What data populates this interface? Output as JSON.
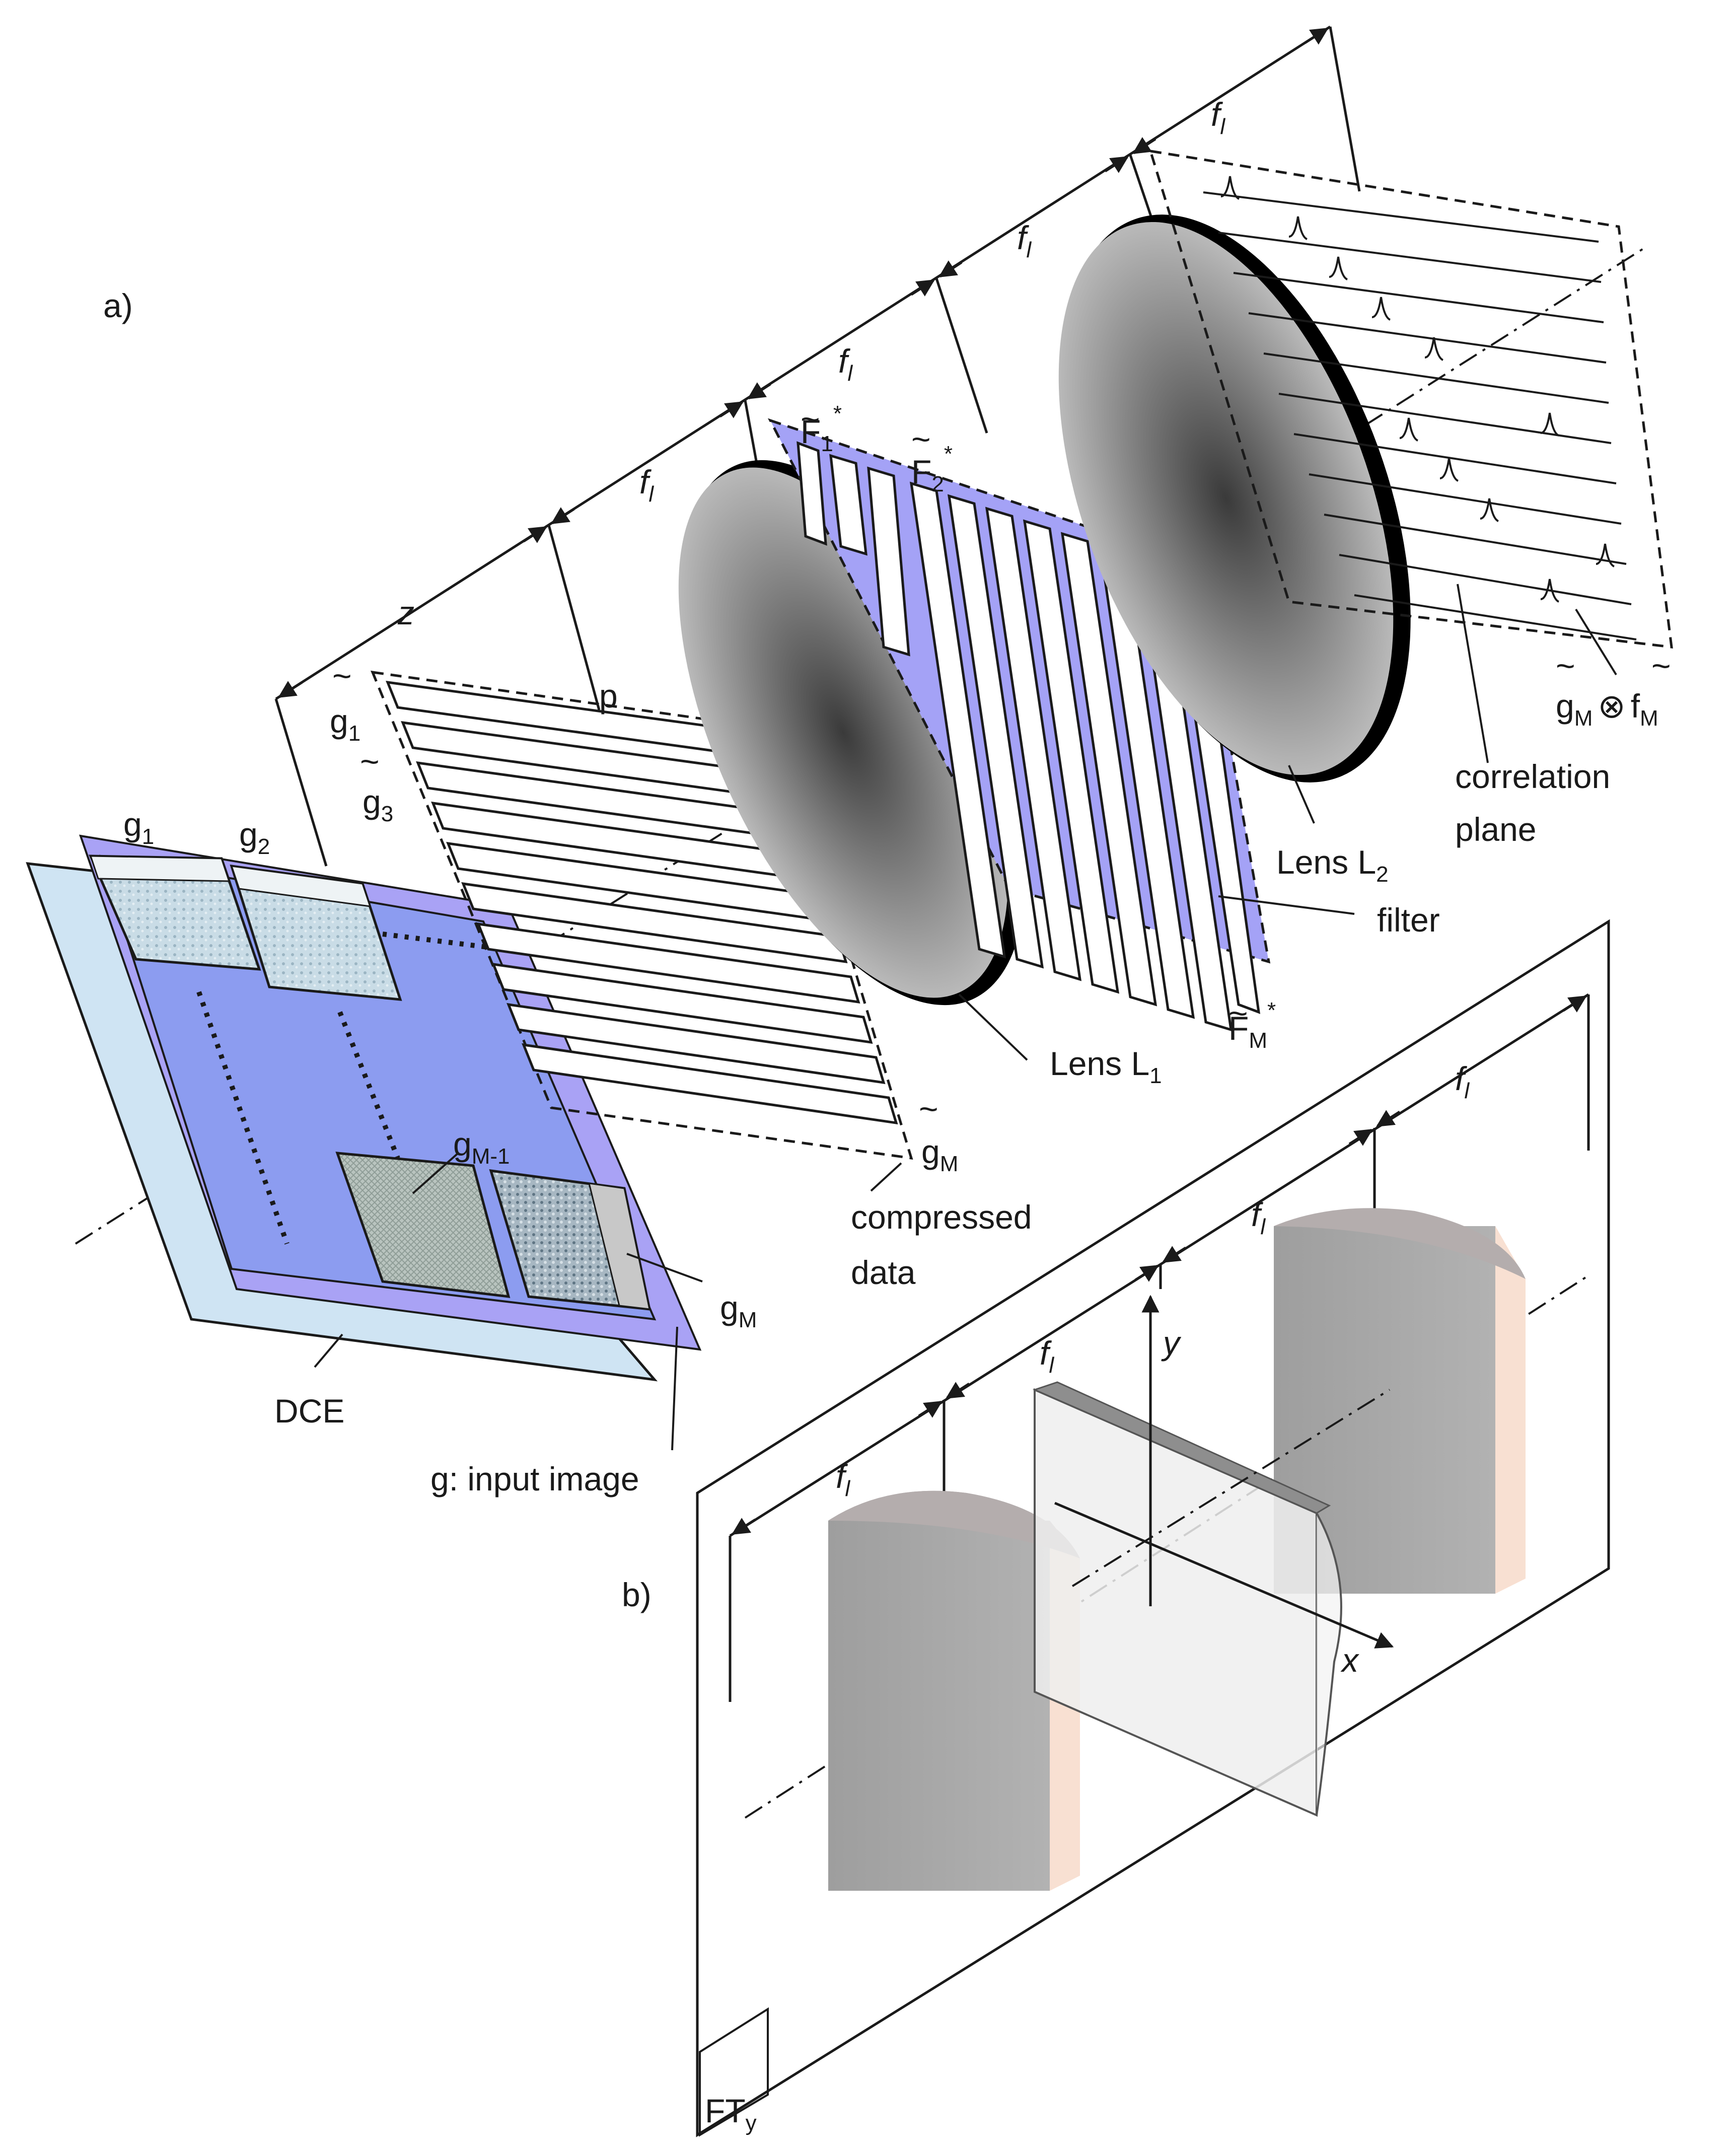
{
  "panels": {
    "a": "a)",
    "b": "b)"
  },
  "labels": {
    "z": "z",
    "f": "f",
    "f_sub": "l",
    "p": "p",
    "g1_top": "g",
    "g1_top_sub": "1",
    "g3": "g",
    "g3_sub": "3",
    "g1_plane": "g",
    "g1_plane_sub": "1",
    "g2_plane": "g",
    "g2_plane_sub": "2",
    "gM1": "g",
    "gM1_sub": "M-1",
    "gM_plane": "g",
    "gM_plane_sub": "M",
    "gM_tilde": "g",
    "gM_tilde_sub": "M",
    "F1": "F",
    "F1_sub": "1",
    "F1_sup": "*",
    "F2": "F",
    "F2_sub": "2",
    "F2_sup": "*",
    "FM": "F",
    "FM_sub": "M",
    "FM_sup": "*",
    "tilde": "~",
    "lens1": "Lens L",
    "lens1_sub": "1",
    "lens2": "Lens L",
    "lens2_sub": "2",
    "filter": "filter",
    "corr_line1": "correlation",
    "corr_line2": "plane",
    "corr_formula_g": "g",
    "corr_formula_g_sub": "M",
    "corr_formula_op": "⊗",
    "corr_formula_f": "f",
    "corr_formula_f_sub": "M",
    "compressed_line1": "compressed",
    "compressed_line2": "data",
    "dce": "DCE",
    "input_image": "g: input image",
    "y_axis": "y",
    "x_axis": "x",
    "ft": "FT",
    "ft_sub": "y"
  },
  "colors": {
    "plane_light_blue": "#cfe4f3",
    "plane_blue": "#8c9cf0",
    "plane_violet": "#a9a2f5",
    "filter_violet": "#a4a2f6",
    "lens_rim": "#000000",
    "cyl_body": "#a8a8a8",
    "cyl_top": "#b4adad",
    "cyl_side": "#f8e0d2"
  }
}
